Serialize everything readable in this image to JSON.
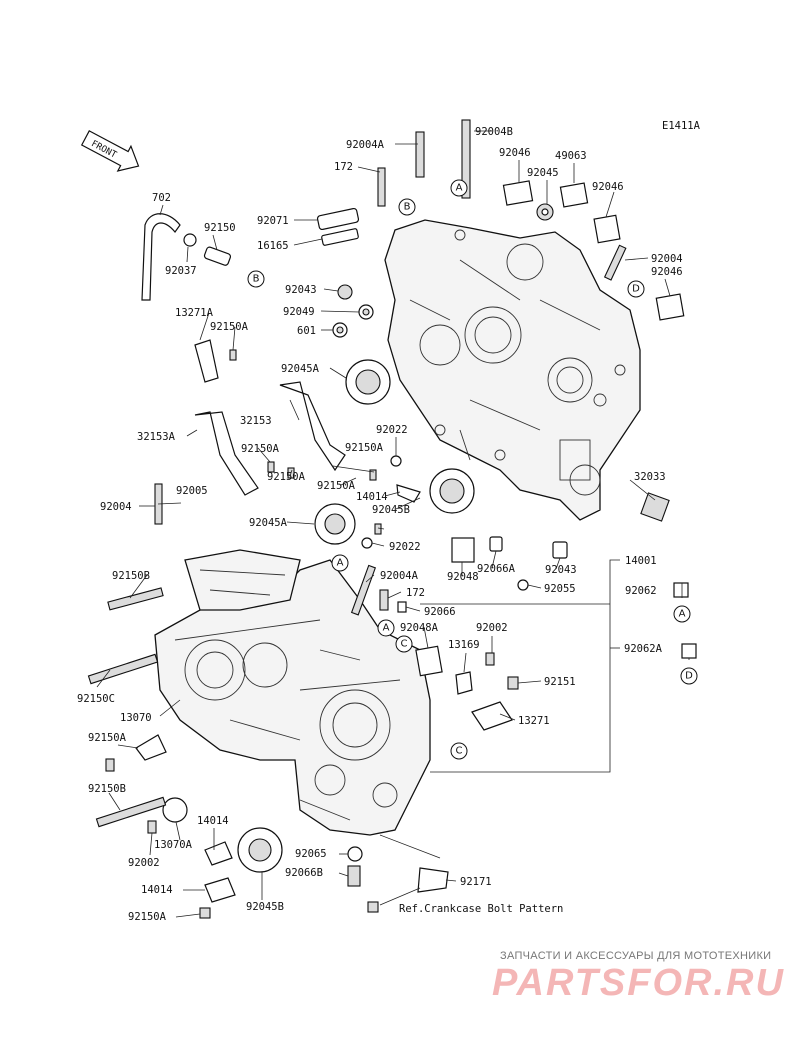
{
  "diagram": {
    "code": "E1411A",
    "front_label": "FRONT",
    "reference_note": "Ref.Crankcase Bolt Pattern",
    "callouts": [
      "A",
      "B",
      "C",
      "D"
    ],
    "part_labels": [
      "92004A",
      "92004B",
      "172",
      "92046",
      "49063",
      "92045",
      "92046",
      "702",
      "92150",
      "92037",
      "92071",
      "16165",
      "92043",
      "92049",
      "601",
      "92004",
      "92046",
      "13271A",
      "92150A",
      "92045A",
      "32153",
      "32153A",
      "92022",
      "92150A",
      "92150A",
      "92150A",
      "14014",
      "92045B",
      "92005",
      "92004",
      "92150A",
      "92022",
      "92045A",
      "92150B",
      "92004A",
      "172",
      "92066",
      "92048A",
      "92048",
      "92066A",
      "92043",
      "92055",
      "14001",
      "32033",
      "92062",
      "92062A",
      "92002",
      "13169",
      "92151",
      "13271",
      "92150C",
      "13070",
      "92150A",
      "92150B",
      "13070A",
      "92002",
      "14014",
      "92065",
      "92066B",
      "92171",
      "14014",
      "92150A",
      "92045B"
    ]
  },
  "watermark": {
    "tagline": "ЗАПЧАСТИ И АКСЕССУАРЫ ДЛЯ МОТОТЕХНИКИ",
    "logo": "PARTSFOR.RU"
  },
  "colors": {
    "line": "#111111",
    "background": "#ffffff",
    "watermark_logo": "#f4b6b6",
    "watermark_text": "#777777"
  }
}
